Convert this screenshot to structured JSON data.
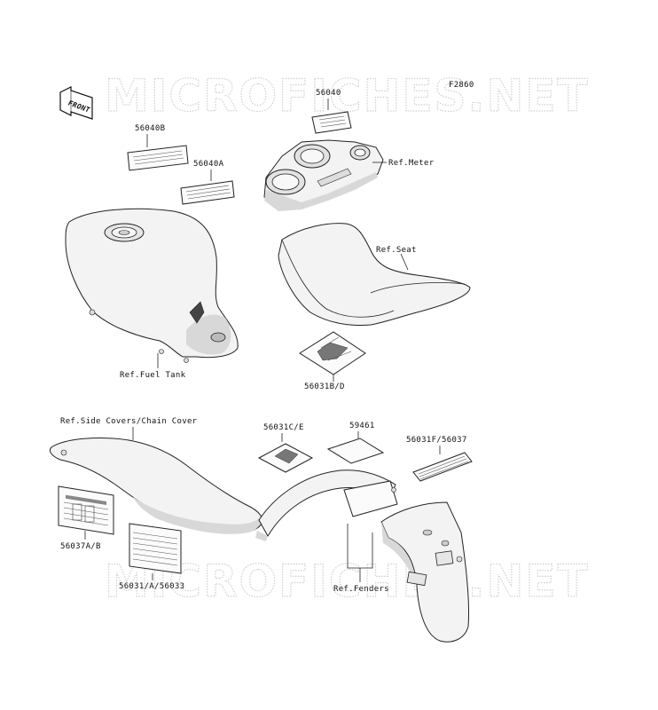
{
  "watermark": {
    "top": "MICROFICHES.NET",
    "bottom": "MICROFICHES.NET"
  },
  "figure_code": "F2860",
  "front_arrow": "FRONT",
  "labels": {
    "56040": "56040",
    "56040B": "56040B",
    "56040A": "56040A",
    "ref_meter": "Ref.Meter",
    "ref_seat": "Ref.Seat",
    "ref_fuel_tank": "Ref.Fuel Tank",
    "56031BD": "56031B/D",
    "ref_side_covers": "Ref.Side Covers/Chain Cover",
    "56031CE": "56031C/E",
    "59461": "59461",
    "56031F56037": "56031F/56037",
    "56037AB": "56037A/B",
    "56031A56033": "56031/A/56033",
    "ref_fenders": "Ref.Fenders"
  }
}
